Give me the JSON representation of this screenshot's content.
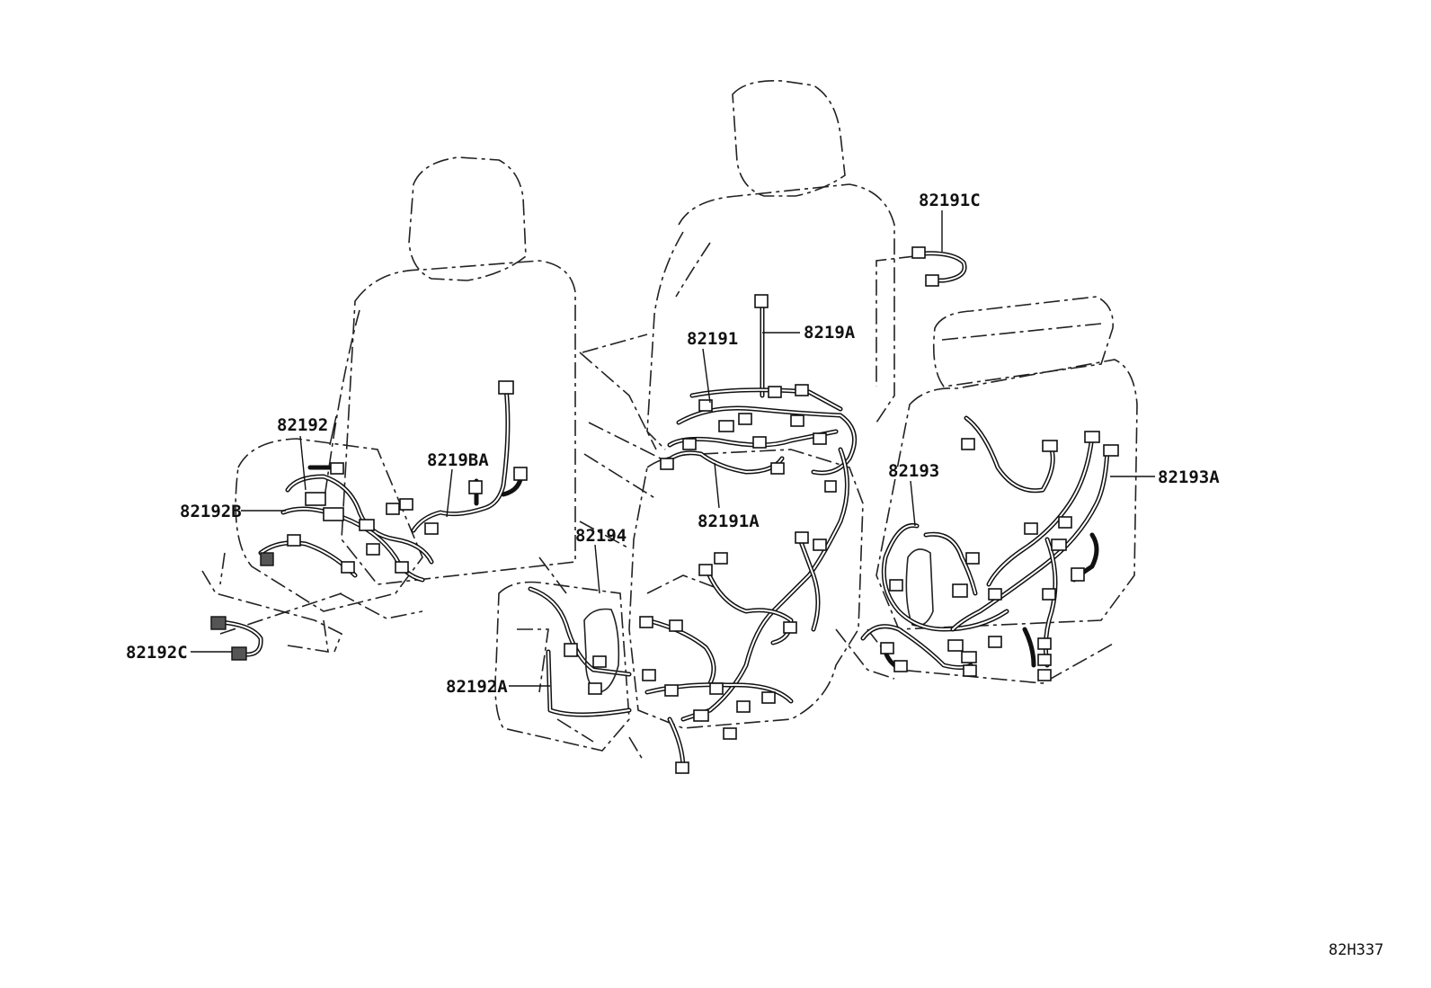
{
  "diagram": {
    "ref_code": "82H337",
    "labels": {
      "p82191C": "82191C",
      "p82191": "82191",
      "p8219A": "8219A",
      "p82192": "82192",
      "p8219BA": "8219BA",
      "p82192B": "82192B",
      "p82192C": "82192C",
      "p82191A": "82191A",
      "p82194": "82194",
      "p82193": "82193",
      "p82193A": "82193A",
      "p82192A": "82192A"
    }
  }
}
